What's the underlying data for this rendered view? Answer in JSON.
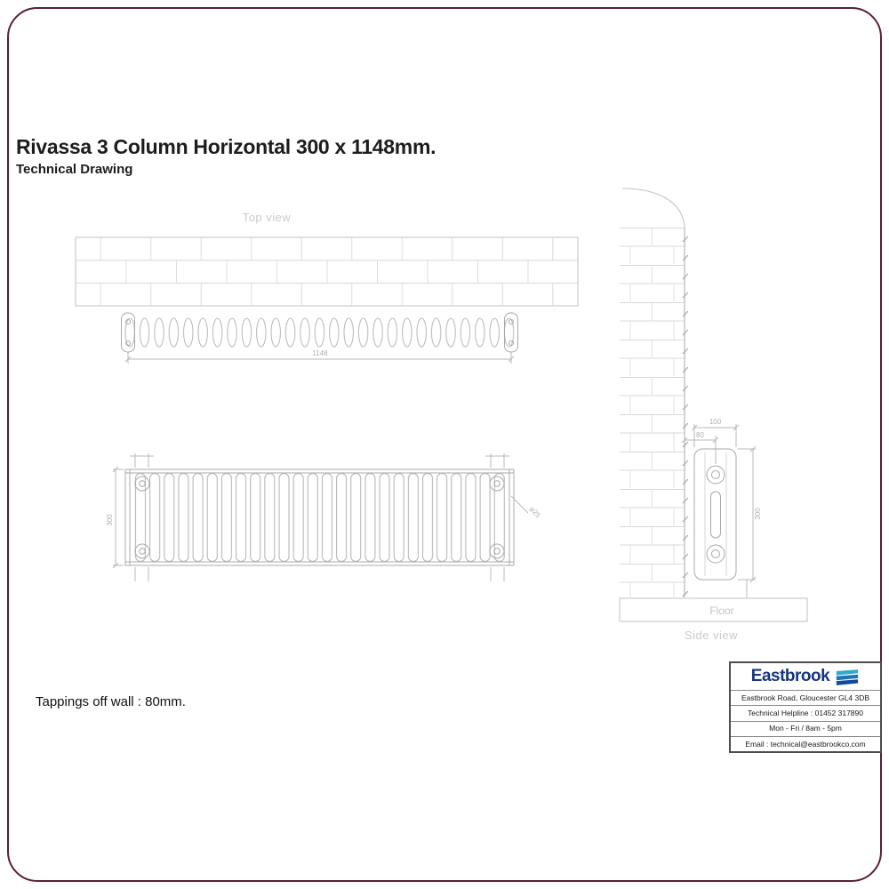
{
  "header": {
    "title": "Rivassa 3 Column Horizontal 300 x 1148mm.",
    "subtitle": "Technical Drawing"
  },
  "note": {
    "tappings": "Tappings off wall : 80mm."
  },
  "drawing": {
    "top_view_label": "Top view",
    "side_view_label": "Side view",
    "floor_label": "Floor",
    "dims": {
      "overall_width": "1148",
      "height": "300",
      "depth": "100",
      "wall_to_tapping": "80",
      "column_diameter": "ø25"
    }
  },
  "logo": {
    "brand": "Eastbrook",
    "address": "Eastbrook Road, Gloucester GL4 3DB",
    "helpline": "Technical Helpline : 01452 317890",
    "hours": "Mon - Fri / 8am - 5pm",
    "email": "Email : technical@eastbrookco.com",
    "colors": {
      "brand_blue": "#16357e"
    }
  },
  "frame": {
    "border_color": "#5a202d"
  }
}
